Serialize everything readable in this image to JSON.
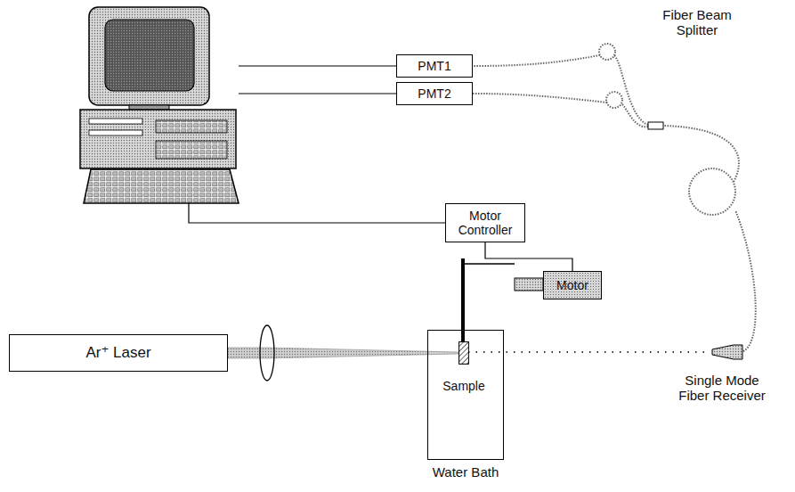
{
  "diagram": {
    "nodes": [
      {
        "text": [
          "PMT1"
        ]
      },
      {
        "text": [
          "PMT2"
        ]
      },
      {
        "text": [
          "Motor Controller"
        ]
      },
      {
        "text": [
          "Motor"
        ]
      },
      {
        "text": [
          "Ar⁺ Laser"
        ]
      },
      {
        "text": [
          "Water Bath"
        ]
      },
      {
        "text": [
          "Sample"
        ],
        "in": 5
      }
    ],
    "edges": [
      {
        "from": 4,
        "to": 6,
        "arrow": "none"
      },
      {
        "from": 2,
        "to": 3,
        "arrow": "none"
      }
    ],
    "labels": [
      "Fiber Beam Splitter",
      "Single Mode Fiber Receiver"
    ]
  }
}
